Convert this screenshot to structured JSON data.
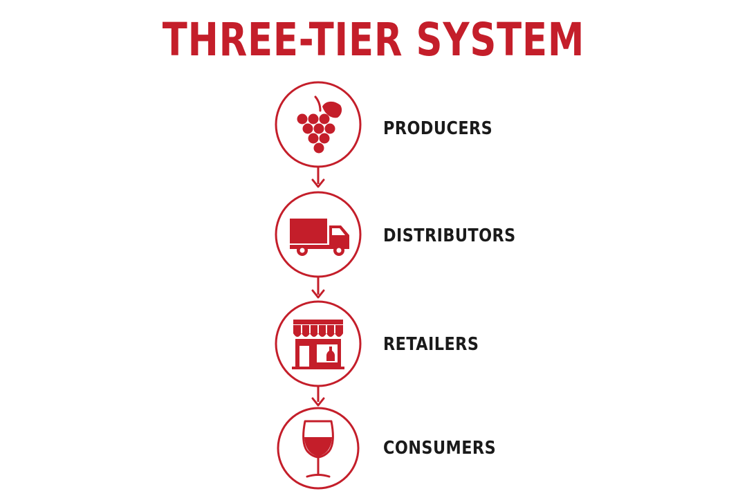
{
  "title": "THREE-TIER SYSTEM",
  "colors": {
    "accent": "#c41e2a",
    "text": "#1a1a1a",
    "background": "#ffffff"
  },
  "tiers": [
    {
      "label": "PRODUCERS",
      "icon": "grapes-icon"
    },
    {
      "label": "DISTRIBUTORS",
      "icon": "truck-icon"
    },
    {
      "label": "RETAILERS",
      "icon": "storefront-icon"
    },
    {
      "label": "CONSUMERS",
      "icon": "wine-glass-icon"
    }
  ]
}
